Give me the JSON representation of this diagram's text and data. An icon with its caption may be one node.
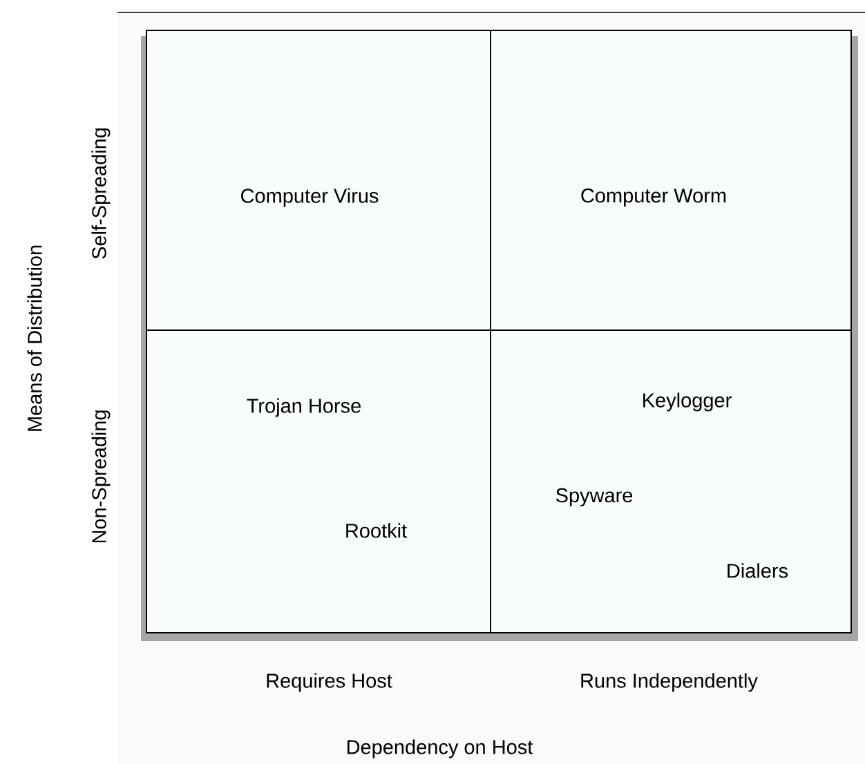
{
  "diagram": {
    "nodes": [
      {
        "text": [
          "Computer Virus"
        ]
      },
      {
        "text": [
          "Computer Worm"
        ]
      },
      {
        "text": [
          "Trojan Horse",
          "Rootkit"
        ]
      },
      {
        "text": [
          "Keylogger",
          "Spyware",
          "Dialers"
        ]
      }
    ],
    "labels": [
      "Self-Spreading",
      "Means of Distribution",
      "Non-Spreading",
      "Requires Host",
      "Runs Independently",
      "Dependency on Host"
    ]
  }
}
